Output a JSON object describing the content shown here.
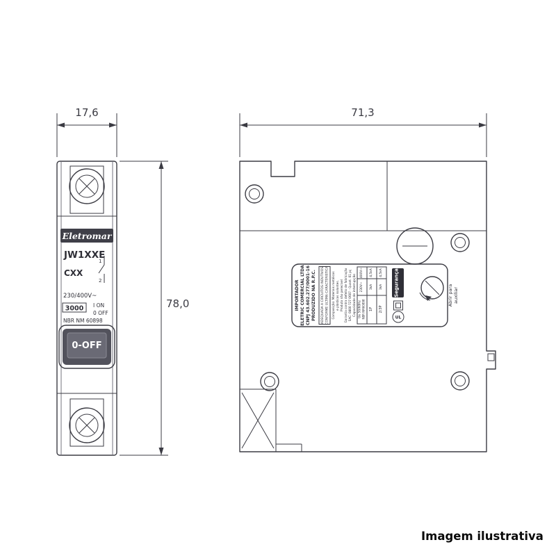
{
  "caption": "Imagem ilustrativa",
  "front": {
    "dim_width": "17,6",
    "dim_height": "78,0",
    "brand": "Eletromar",
    "model": "JW1XXE",
    "curve": "CXX",
    "terminal_top": "1",
    "terminal_bottom": "2",
    "voltage": "230/400V~",
    "breaking_capacity": "3000",
    "on_label": "I ON",
    "off_label": "0 OFF",
    "standard": "NBR NM 60898",
    "toggle": "0-OFF"
  },
  "side": {
    "dim_width": "71,3",
    "label": {
      "importer": [
        "IMPORTADOR",
        "ELETRIC COMERCIAL LTDA",
        "CNPJ 43.602.277/0001-16",
        "PRODUZIDO NA R.P.C."
      ],
      "boxed": [
        "ADEQUADA A CIRCUITOS INDUTIVOS",
        "CONFORME ULTIMA CARACTERISTICA"
      ],
      "info": [
        "Composição: Materiais metálicos",
        "e plásticos isolantes.",
        "Produto não perecível",
        "Garantia contra defeito de fabricação",
        "SAC: 0800 727 0607 - Quant. 01 pç",
        "Capacidade de interrupção"
      ],
      "table": {
        "header": "Ue 50/60Hz",
        "standard": "NBR NM60898",
        "voltage_row1": "230V~",
        "voltage_row2": "400V~",
        "pole1": "1P",
        "pole23": "2/3P",
        "pole1_val1": "3kA",
        "pole1_val2": "4,5kA",
        "pole23_val1": "3kA",
        "pole23_val2": "4,5kA"
      }
    },
    "seguranca": "Segurança",
    "ul": "UL",
    "abrir": [
      "Abrir para",
      "auxiliar"
    ]
  }
}
